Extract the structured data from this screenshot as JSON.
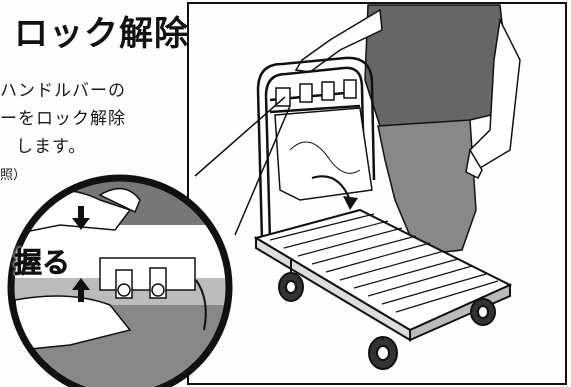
{
  "heading": "ロック解除",
  "instructions": {
    "line1": "ハンドルバーの",
    "line2": "ーをロック解除",
    "line3": "します。",
    "line4": "照）"
  },
  "callout_label": "握る"
}
